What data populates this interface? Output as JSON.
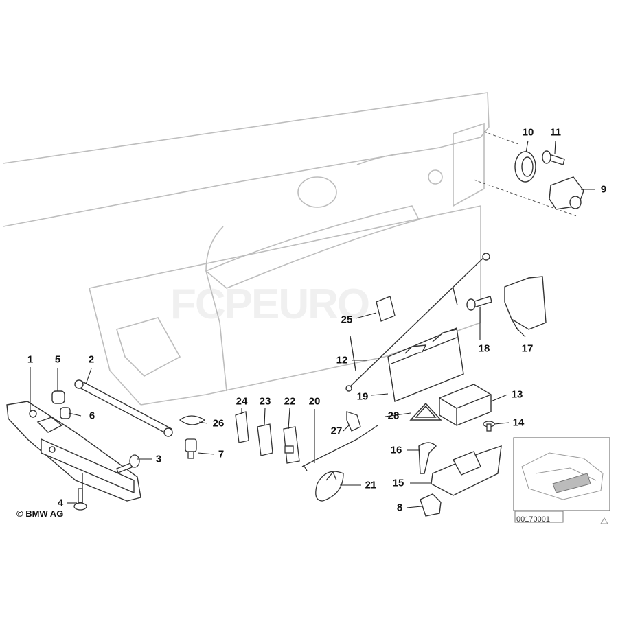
{
  "callouts": [
    {
      "label": "1"
    },
    {
      "label": "2"
    },
    {
      "label": "3"
    },
    {
      "label": "4"
    },
    {
      "label": "5"
    },
    {
      "label": "6"
    },
    {
      "label": "7"
    },
    {
      "label": "8"
    },
    {
      "label": "9"
    },
    {
      "label": "10"
    },
    {
      "label": "11"
    },
    {
      "label": "12"
    },
    {
      "label": "13"
    },
    {
      "label": "14"
    },
    {
      "label": "15"
    },
    {
      "label": "16"
    },
    {
      "label": "17"
    },
    {
      "label": "18"
    },
    {
      "label": "19"
    },
    {
      "label": "20"
    },
    {
      "label": "21"
    },
    {
      "label": "22"
    },
    {
      "label": "23"
    },
    {
      "label": "24"
    },
    {
      "label": "25"
    },
    {
      "label": "26"
    },
    {
      "label": "27"
    },
    {
      "label": "28"
    }
  ],
  "copyright": "© BMW AG",
  "diagram_id": "00170001",
  "watermark": "FCPEURO",
  "colors": {
    "line": "#4a4a4a",
    "light_line": "#b8b8b8",
    "text": "#111111"
  }
}
